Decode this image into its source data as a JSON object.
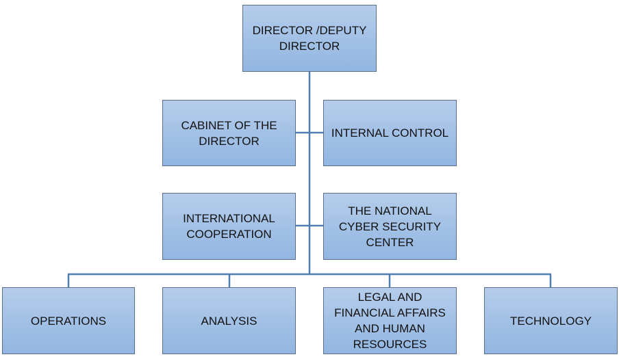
{
  "top": {
    "label": "DIRECTOR /DEPUTY DIRECTOR"
  },
  "staff": [
    {
      "label": "CABINET OF THE DIRECTOR"
    },
    {
      "label": "INTERNAL CONTROL"
    },
    {
      "label": "INTERNATIONAL COOPERATION"
    },
    {
      "label": "THE NATIONAL CYBER SECURITY CENTER"
    }
  ],
  "departments": [
    {
      "label": "OPERATIONS"
    },
    {
      "label": "ANALYSIS"
    },
    {
      "label": "LEGAL AND FINANCIAL AFFAIRS AND HUMAN RESOURCES"
    },
    {
      "label": "TECHNOLOGY"
    }
  ],
  "colors": {
    "line": "#4f7fb0",
    "box_border": "#5a6e8a"
  }
}
